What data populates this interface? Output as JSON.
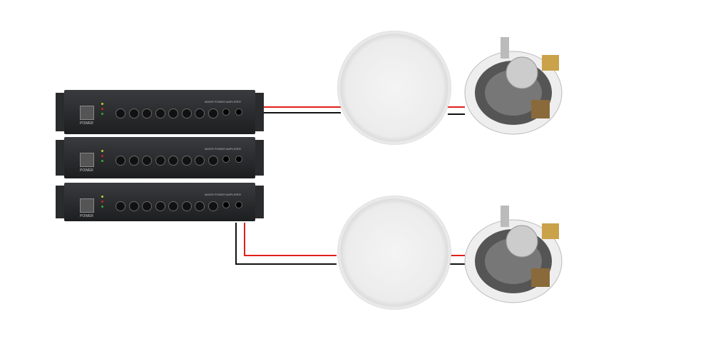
{
  "amplifiers": [
    {
      "power_label": "POWER",
      "model_label": "MIXER POWER AMPLIFIER"
    },
    {
      "power_label": "POWER",
      "model_label": "MIXER POWER AMPLIFIER"
    },
    {
      "power_label": "POWER",
      "model_label": "MIXER POWER AMPLIFIER"
    }
  ],
  "colors": {
    "positive_wire": "#e0201c",
    "negative_wire": "#111111"
  }
}
